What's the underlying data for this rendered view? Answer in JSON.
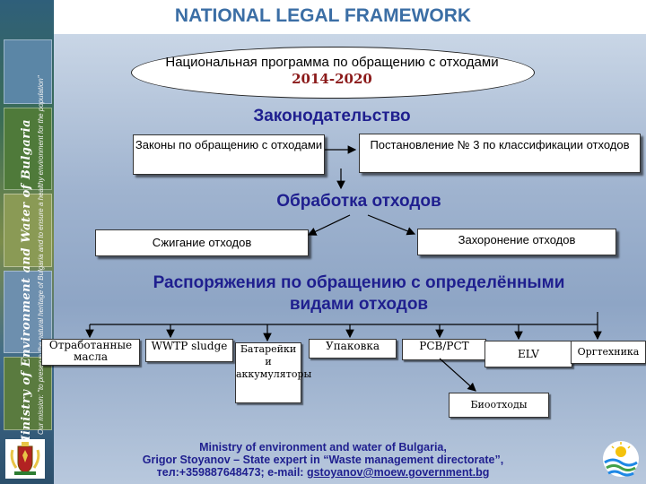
{
  "header": {
    "title": "NATIONAL LEGAL FRAMEWORK"
  },
  "sidebar": {
    "vertical_text": "Ministry of Environment and Water of Bulgaria",
    "mission_text": "Our mission: \"to preserve the natural heritage of Bulgaria and to ensure a healthy environment for the population\""
  },
  "program": {
    "text": "Национальная программа по обращению с отходами",
    "years": "2014-2020"
  },
  "legislation": {
    "heading": "Законодательство",
    "laws_box": "Законы по обращению с отходами",
    "decree_box": "Постановление № 3 по классификации отходов"
  },
  "treatment": {
    "heading": "Обработка отходов",
    "incineration_box": "Сжигание отходов",
    "landfill_box": "Захоронение отходов"
  },
  "ordinances": {
    "heading": "Распоряжения по обращению с определёнными видами отходов",
    "items": [
      "Отработанные масла",
      "WWTP sludge",
      "Батарейки и аккумуляторы",
      "Упаковка",
      "PCB/PCT",
      "ELV",
      "Оргтехника",
      "Биоотходы"
    ]
  },
  "footer": {
    "line1": "Ministry of environment and water of Bulgaria,",
    "line2": "Grigor Stoyanov – State expert in “Waste management directorate”,",
    "line3_prefix": "тел:+359887648473; e-mail: ",
    "email": "gstoyanov@moew.government.bg"
  },
  "colors": {
    "title": "#3b6ea5",
    "heading": "#1f1f8f",
    "years": "#8b1a1a"
  }
}
